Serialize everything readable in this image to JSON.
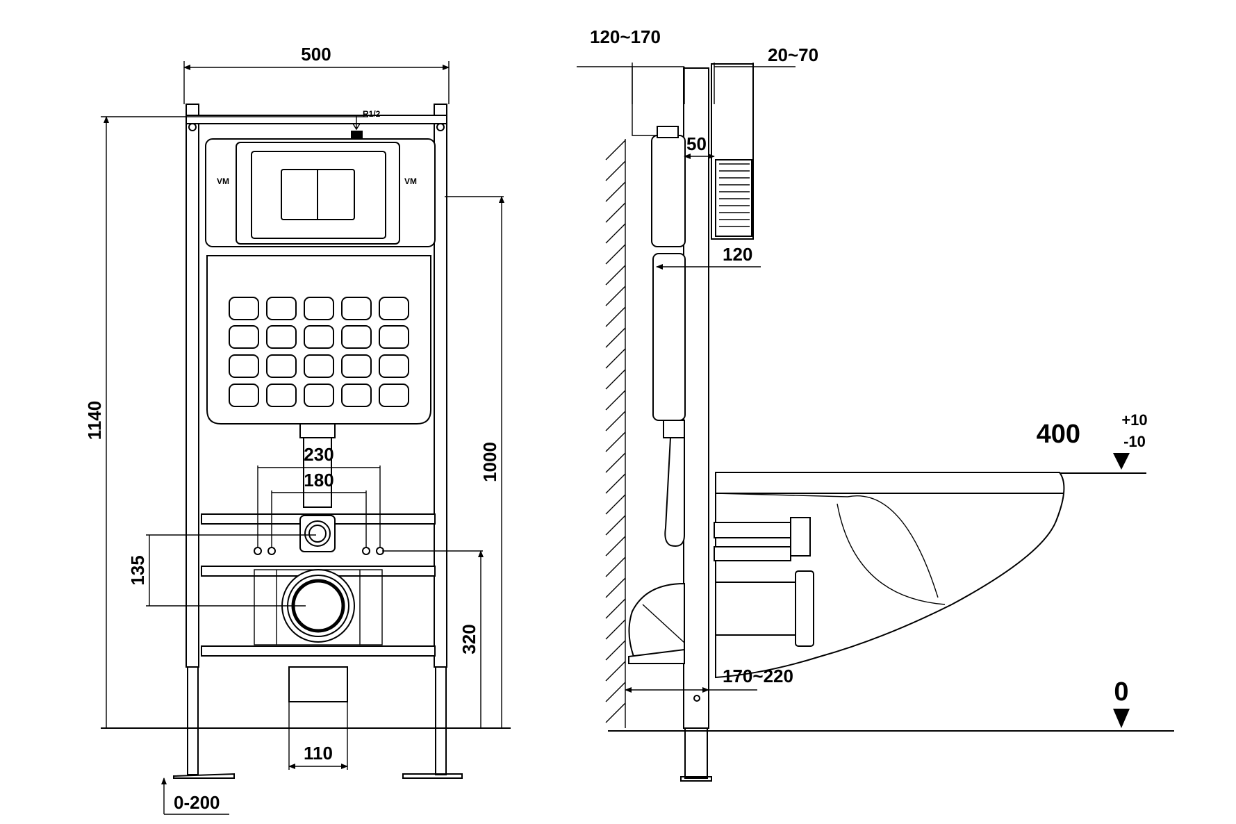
{
  "front_view": {
    "width_label": "500",
    "height_total_label": "1140",
    "connection_height_label": "1000",
    "inlet_label": "R1/2",
    "bolt_outer_label": "230",
    "bolt_inner_label": "180",
    "bolt_offset_label": "135",
    "outlet_height_label": "320",
    "base_width_label": "110",
    "leg_adjust_label": "0-200",
    "cistern_logo_text": "VM"
  },
  "side_view": {
    "wall_gap_label": "120~170",
    "wall_finish_label": "20~70",
    "flange_depth_label": "50",
    "pipe_depth_label": "120",
    "drain_depth_label": "170~220",
    "seat_height_label": "400",
    "seat_tol_plus": "+10",
    "seat_tol_minus": "-10",
    "floor_label": "0"
  }
}
